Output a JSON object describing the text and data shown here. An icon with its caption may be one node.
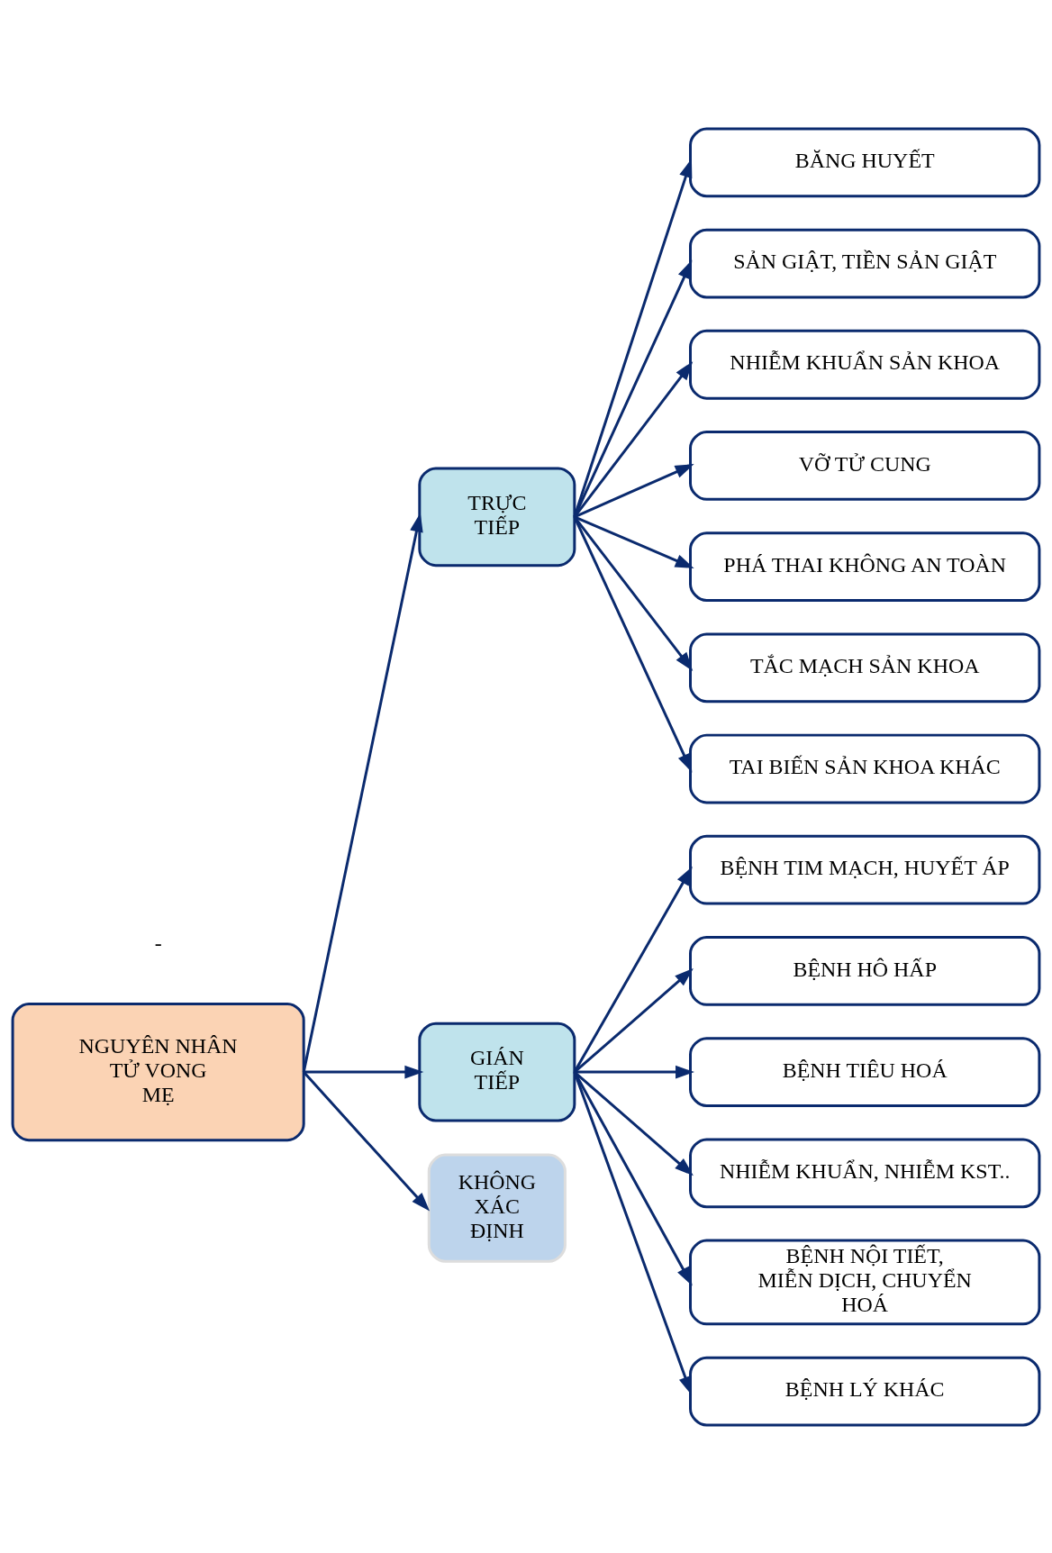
{
  "diagram": {
    "nodes": [
      {
        "text": [
          "NGUYÊN NHÂN TỬ VONG MẸ"
        ]
      },
      {
        "text": [
          "TRỰC TIẾP"
        ]
      },
      {
        "text": [
          "BĂNG HUYẾT"
        ]
      },
      {
        "text": [
          "SẢN GIẬT, TIỀN SẢN GIẬT"
        ]
      },
      {
        "text": [
          "NHIỄM KHUẨN SẢN KHOA"
        ]
      },
      {
        "text": [
          "VỠ TỬ CUNG"
        ]
      },
      {
        "text": [
          "PHÁ THAI KHÔNG AN TOÀN"
        ]
      },
      {
        "text": [
          "TẮC MẠCH SẢN KHOA"
        ]
      },
      {
        "text": [
          "TAI BIẾN SẢN KHOA KHÁC"
        ]
      },
      {
        "text": [
          "GIÁN TIẾP"
        ]
      },
      {
        "text": [
          "BỆNH TIM MẠCH, HUYẾT ÁP"
        ]
      },
      {
        "text": [
          "BỆNH HÔ HẤP"
        ]
      },
      {
        "text": [
          "BỆNH TIÊU HOÁ"
        ]
      },
      {
        "text": [
          "NHIỄM KHUẨN, NHIỄM KST.."
        ]
      },
      {
        "text": [
          "BỆNH NỘI TIẾT, MIỄN DỊCH, CHUYỂN HOÁ"
        ]
      },
      {
        "text": [
          "BỆNH LÝ KHÁC"
        ]
      },
      {
        "text": [
          "KHÔNG XÁC ĐỊNH"
        ]
      }
    ],
    "edges": [
      {
        "from": 0,
        "to": 1,
        "arrow": "to"
      },
      {
        "from": 1,
        "to": 2,
        "arrow": "to"
      },
      {
        "from": 1,
        "to": 3,
        "arrow": "to"
      },
      {
        "from": 1,
        "to": 4,
        "arrow": "to"
      },
      {
        "from": 1,
        "to": 5,
        "arrow": "to"
      },
      {
        "from": 1,
        "to": 6,
        "arrow": "to"
      },
      {
        "from": 1,
        "to": 7,
        "arrow": "to"
      },
      {
        "from": 1,
        "to": 8,
        "arrow": "to"
      },
      {
        "from": 0,
        "to": 9,
        "arrow": "to"
      },
      {
        "from": 9,
        "to": 10,
        "arrow": "to"
      },
      {
        "from": 9,
        "to": 11,
        "arrow": "to"
      },
      {
        "from": 9,
        "to": 12,
        "arrow": "to"
      },
      {
        "from": 9,
        "to": 13,
        "arrow": "to"
      },
      {
        "from": 9,
        "to": 14,
        "arrow": "to"
      },
      {
        "from": 9,
        "to": 15,
        "arrow": "to"
      },
      {
        "from": 0,
        "to": 16,
        "arrow": "to"
      }
    ],
    "labels": [
      "-"
    ]
  }
}
